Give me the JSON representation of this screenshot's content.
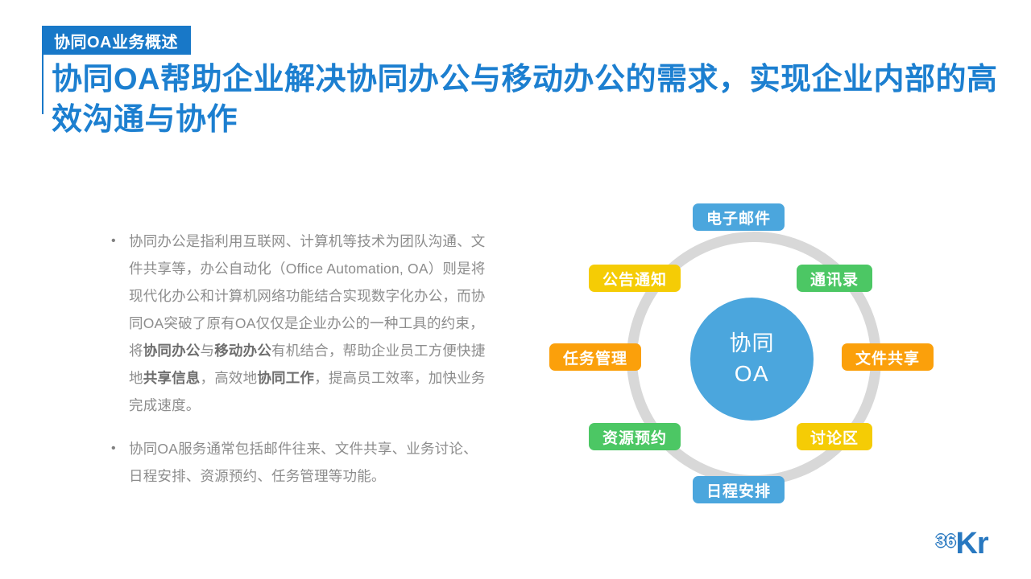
{
  "header": {
    "badge_label": "协同OA业务概述",
    "headline": "协同OA帮助企业解决协同办公与移动办公的需求，实现企业内部的高效沟通与协作",
    "accent_color": "#1878c8",
    "headline_color": "#1c7fd0"
  },
  "body": {
    "bullet_marker": "•",
    "bullets": [
      {
        "id": "bullet-1",
        "segments": [
          {
            "text": "协同办公是指利用互联网、计算机等技术为团队沟通、文件共享等，办公自动化（Office Automation, OA）则是将现代化办公和计算机网络功能结合实现数字化办公，而协同OA突破了原有OA仅仅是企业办公的一种工具的约束，将",
            "bold": false
          },
          {
            "text": "协同办公",
            "bold": true
          },
          {
            "text": "与",
            "bold": false
          },
          {
            "text": "移动办公",
            "bold": true
          },
          {
            "text": "有机结合，帮助企业员工方便快捷地",
            "bold": false
          },
          {
            "text": "共享信息",
            "bold": true
          },
          {
            "text": "，高效地",
            "bold": false
          },
          {
            "text": "协同工作",
            "bold": true
          },
          {
            "text": "，提高员工效率，加快业务完成速度。",
            "bold": false
          }
        ]
      },
      {
        "id": "bullet-2",
        "segments": [
          {
            "text": "协同OA服务通常包括邮件往来、文件共享、业务讨论、日程安排、资源预约、任务管理等功能。",
            "bold": false
          }
        ]
      }
    ]
  },
  "diagram": {
    "hub": {
      "line1": "协同",
      "line2": "OA",
      "color": "#4ba6dd"
    },
    "ring_color": "#d8d8d8",
    "tags": [
      {
        "label": "电子邮件",
        "color": "#4ba6dd",
        "position": "top"
      },
      {
        "label": "通讯录",
        "color": "#4cc764",
        "position": "upper-right"
      },
      {
        "label": "文件共享",
        "color": "#fba00b",
        "position": "right"
      },
      {
        "label": "讨论区",
        "color": "#f5cc05",
        "position": "lower-right"
      },
      {
        "label": "日程安排",
        "color": "#4ba6dd",
        "position": "bottom"
      },
      {
        "label": "资源预约",
        "color": "#4cc764",
        "position": "lower-left"
      },
      {
        "label": "任务管理",
        "color": "#fba00b",
        "position": "left"
      },
      {
        "label": "公告通知",
        "color": "#f5cc05",
        "position": "upper-left"
      }
    ]
  },
  "logo": {
    "mark": "36",
    "word": "Kr",
    "color": "#2878c0"
  }
}
